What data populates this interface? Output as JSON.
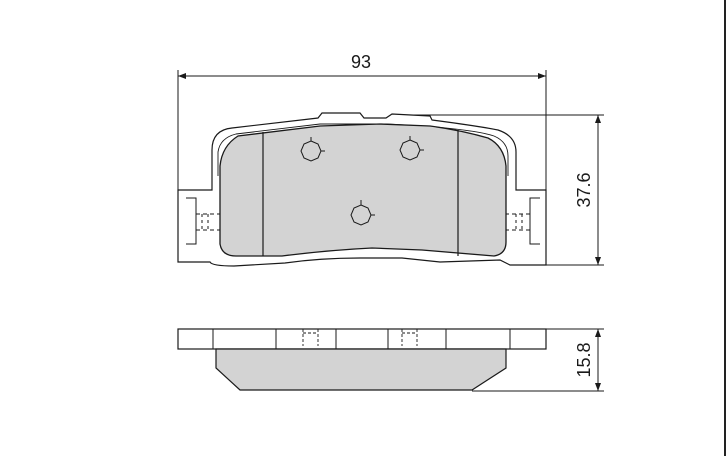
{
  "dimensions": {
    "width": "93",
    "height": "37.6",
    "thickness": "15.8"
  },
  "colors": {
    "line": "#1a1a1a",
    "pad_fill": "#d3d3d3",
    "plate_fill": "#ffffff"
  }
}
